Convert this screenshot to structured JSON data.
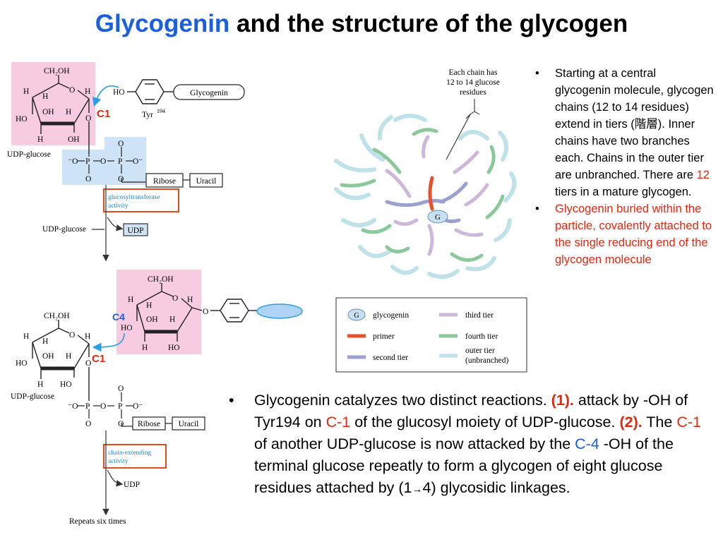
{
  "title": {
    "highlight": "Glycogenin",
    "rest": "and the structure of the glycogen"
  },
  "colors": {
    "title_accent": "#1a5fe0",
    "highlight_red": "#e02a10",
    "label_blue": "#1a5fe0",
    "pink_box": "#f7cbe0",
    "blue_box": "#cfe3f6",
    "activity_border": "#e04a20",
    "activity_text": "#1a8ad0"
  },
  "left_diagram": {
    "top_sugar": {
      "ch2oh": "CH₂OH",
      "h1": "H",
      "h2": "H",
      "h3": "H",
      "h4": "H",
      "h5": "H",
      "ho": "HO",
      "oh": "OH",
      "ring_o": "O",
      "glyco_o": "O"
    },
    "c1_top": "C1",
    "tyr_ho": "HO",
    "tyr_label": "Tyr",
    "tyr_sup": "194",
    "glycogenin_box": "Glycogenin",
    "udp_glucose_1": "UDP-glucose",
    "phosphate": {
      "o_minus_left": "⁻O",
      "p1": "P",
      "p2": "P",
      "o_bridge": "O",
      "o_minus_right": "O⁻",
      "o_top1": "O",
      "o_top2": "O",
      "o_bottom1": "O",
      "o_bottom2": "O"
    },
    "ribose": "Ribose",
    "uracil": "Uracil",
    "activity_1": [
      "glucosyltransferase",
      "activity"
    ],
    "udp_glucose_in": "UDP-glucose",
    "udp_out_1": "UDP",
    "c4_label": "C4",
    "c1_bottom": "C1",
    "udp_glucose_2": "UDP-glucose",
    "ribose_2": "Ribose",
    "uracil_2": "Uracil",
    "activity_2": [
      "chain-extending",
      "activity"
    ],
    "udp_out_2": "UDP",
    "repeats": "Repeats six times"
  },
  "right_diagram": {
    "note": [
      "Each chain has",
      "12 to 14 glucose",
      "residues"
    ],
    "center_label": "G",
    "legend": [
      {
        "key": "G",
        "label": "glycogenin",
        "color": "#c9dff2"
      },
      {
        "key": "",
        "label": "primer",
        "color": "#e8502a"
      },
      {
        "key": "",
        "label": "second tier",
        "color": "#9b9fd2"
      },
      {
        "key": "",
        "label": "third tier",
        "color": "#cdb8dc"
      },
      {
        "key": "",
        "label": "fourth tier",
        "color": "#8cc99a"
      },
      {
        "key": "",
        "label": "outer tier",
        "sublabel": "(unbranched)",
        "color": "#bfe2ea"
      }
    ]
  },
  "right_bullets": {
    "b1": {
      "before": "Starting at a central glycogenin molecule, glycogen chains (12 to 14 residues) extend in tiers (階層). Inner chains have two branches each. Chains in the outer tier are unbranched. There are ",
      "num": "12",
      "after": " tiers in a mature glycogen."
    },
    "b2": "Glycogenin buried within the particle, covalently attached to the single reducing end of the glycogen molecule"
  },
  "bottom_bullet": {
    "t1": "Glycogenin catalyzes two distinct reactions. ",
    "m1": "(1).",
    "t2": " attack by -OH of Tyr194 on ",
    "c1a": "C-1",
    "t3": " of the glucosyl moiety of UDP-glucose. ",
    "m2": "(2).",
    "t4": " The ",
    "c1b": "C-1",
    "t5": " of another UDP-glucose is now attacked by the ",
    "c4": "C-4",
    "t6": " -OH of the terminal glucose repeatly to form a glycogen of eight glucose residues attached by (1",
    "arrow": "→",
    "t7": "4) glycosidic linkages."
  },
  "bullet_char": "•"
}
